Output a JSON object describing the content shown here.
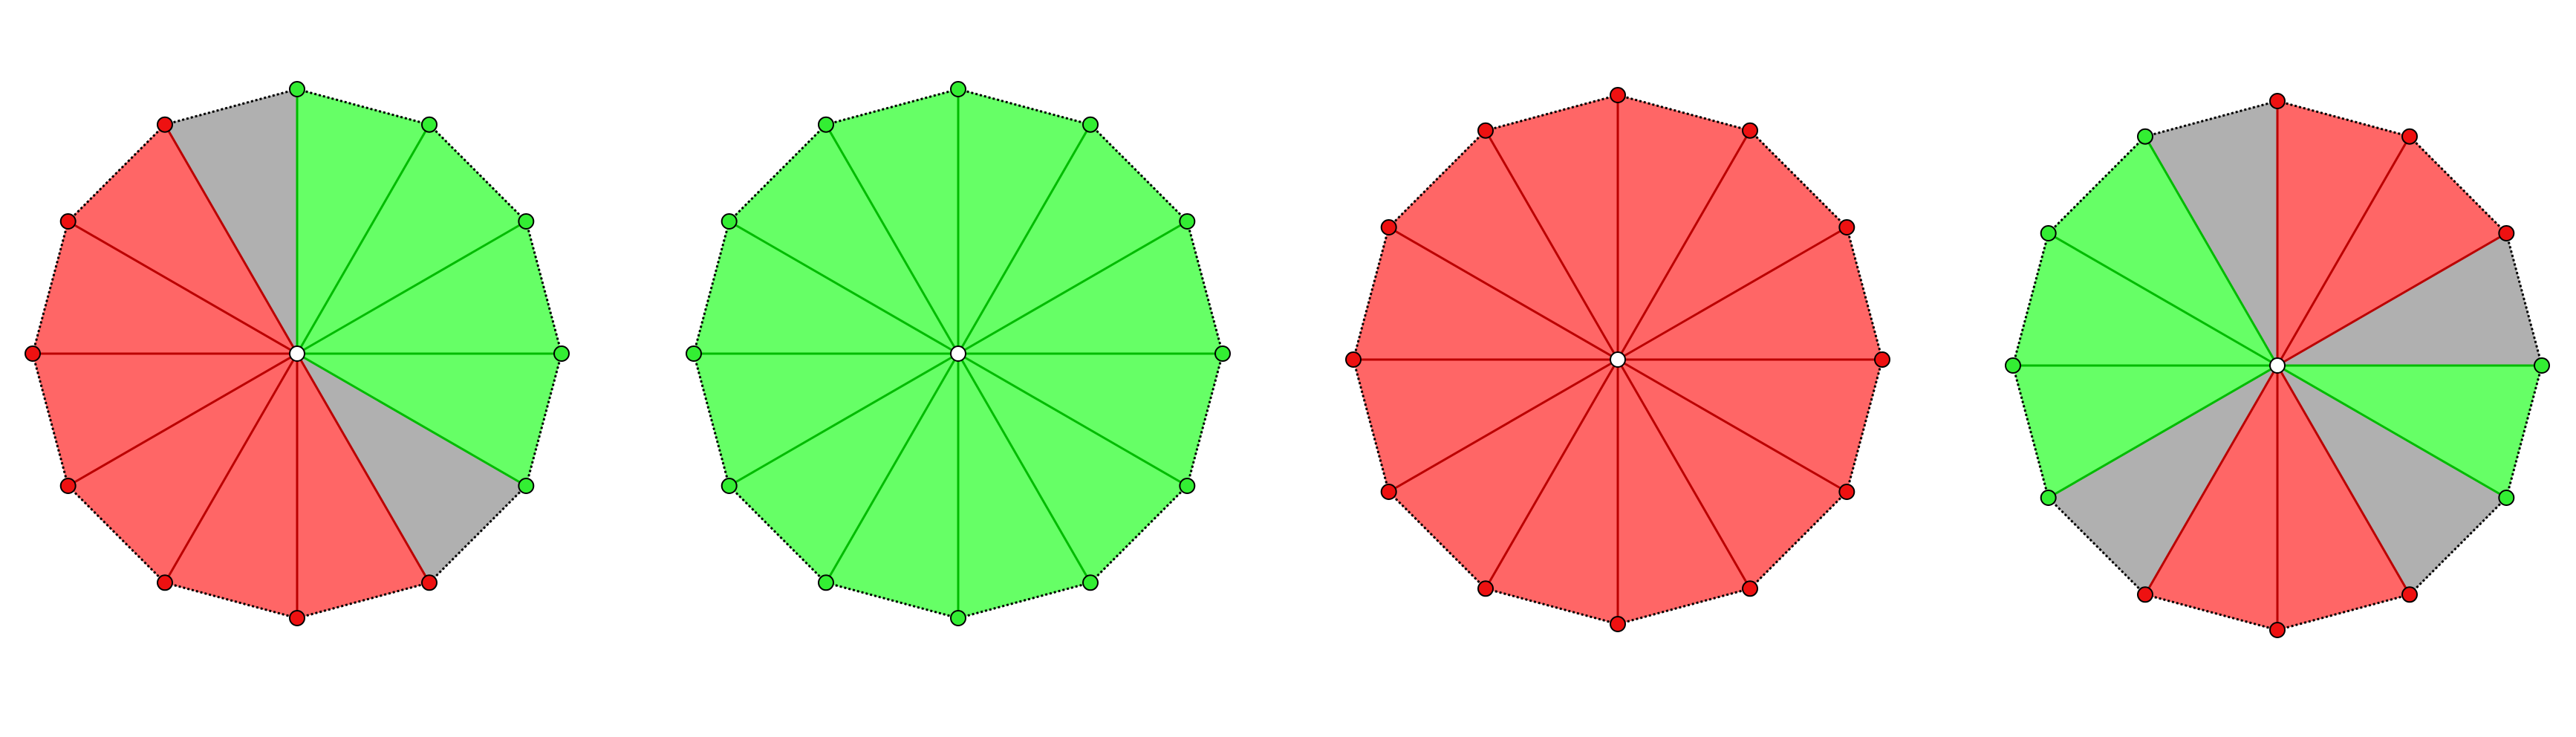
{
  "colors": {
    "green": "#66ff66",
    "green_line": "#00bb00",
    "red": "#ff6666",
    "red_line": "#bb0000",
    "gray": "#b0b0b0",
    "vertex_green": "#33ee33",
    "vertex_red": "#ee1111",
    "center": "#ffffff",
    "outline": "#000000"
  },
  "diagrams": [
    {
      "vertices": [
        "green",
        "green",
        "green",
        "green",
        "green",
        "red",
        "red",
        "red",
        "red",
        "red",
        "red",
        "red"
      ],
      "sectors": [
        "green",
        "green",
        "green",
        "green",
        "gray",
        "red",
        "red",
        "red",
        "red",
        "red",
        "red",
        "gray"
      ]
    },
    {
      "vertices": [
        "green",
        "green",
        "green",
        "green",
        "green",
        "green",
        "green",
        "green",
        "green",
        "green",
        "green",
        "green"
      ],
      "sectors": [
        "green",
        "green",
        "green",
        "green",
        "green",
        "green",
        "green",
        "green",
        "green",
        "green",
        "green",
        "green"
      ]
    },
    {
      "vertices": [
        "red",
        "red",
        "red",
        "red",
        "red",
        "red",
        "red",
        "red",
        "red",
        "red",
        "red",
        "red"
      ],
      "sectors": [
        "red",
        "red",
        "red",
        "red",
        "red",
        "red",
        "red",
        "red",
        "red",
        "red",
        "red",
        "red"
      ]
    },
    {
      "vertices": [
        "red",
        "red",
        "red",
        "green",
        "green",
        "red",
        "red",
        "red",
        "green",
        "green",
        "green",
        "green"
      ],
      "sectors": [
        "red",
        "red",
        "gray",
        "green",
        "gray",
        "red",
        "red",
        "gray",
        "green",
        "green",
        "green",
        "gray"
      ]
    }
  ]
}
